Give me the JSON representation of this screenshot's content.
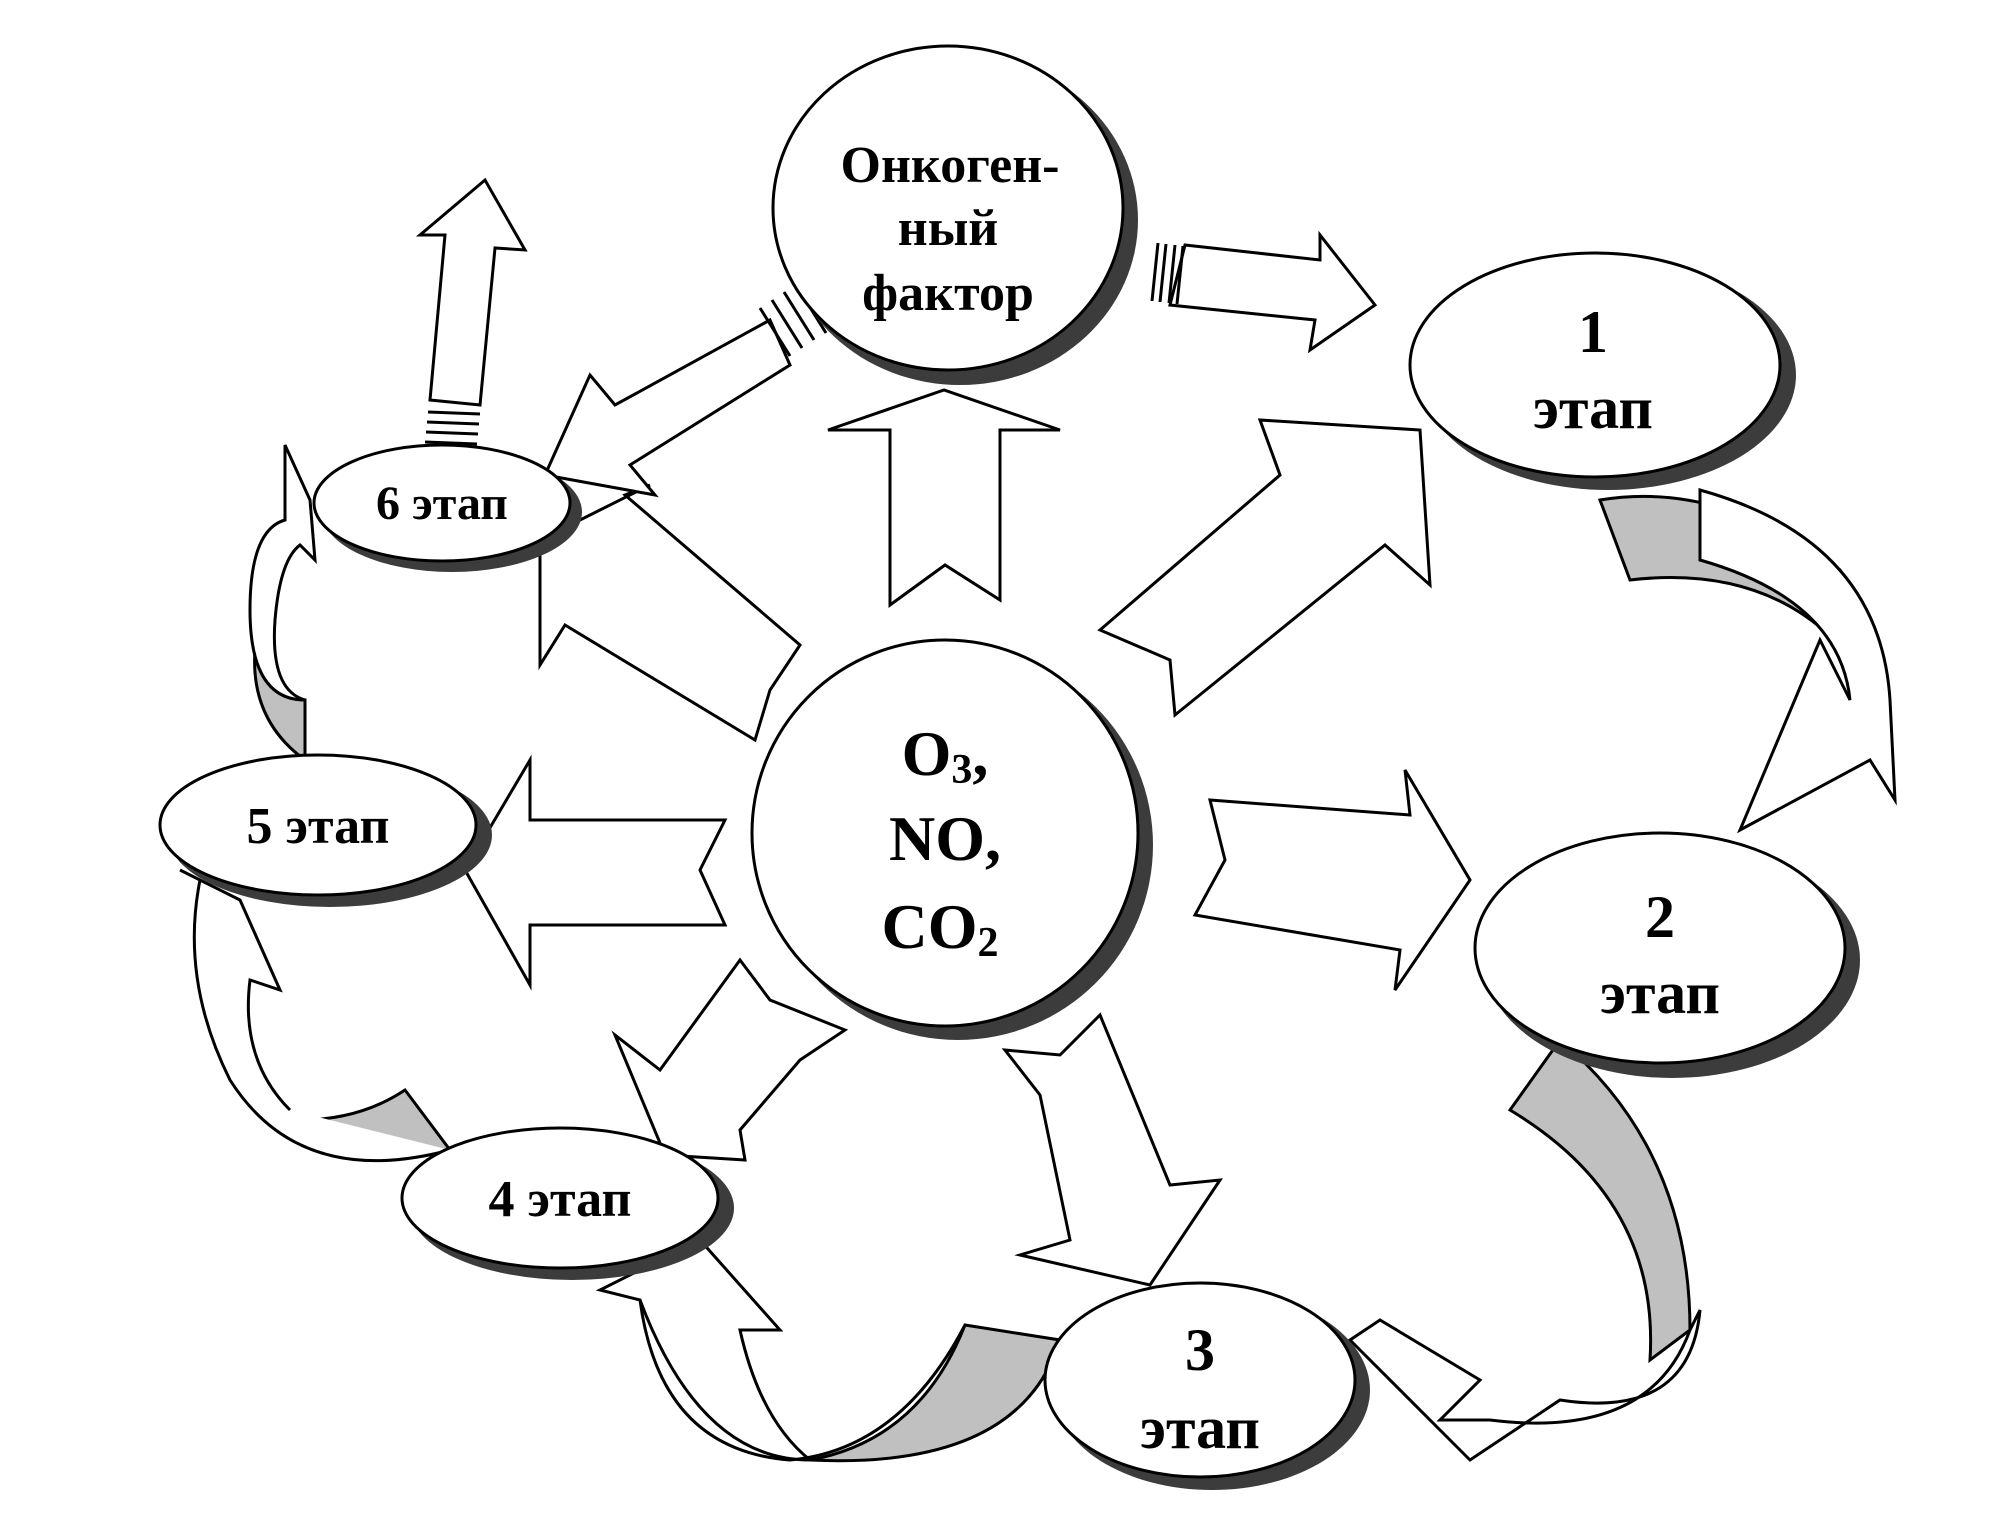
{
  "diagram": {
    "center": {
      "line1_main": "O",
      "line1_sub": "3",
      "line1_tail": ",",
      "line2": "NO,",
      "line3_main": "CO",
      "line3_sub": "2"
    },
    "factor": {
      "line1": "Онкоген-",
      "line2": "ный",
      "line3": "фактор"
    },
    "stages": {
      "s1_num": "1",
      "s1_word": "этап",
      "s2_num": "2",
      "s2_word": "этап",
      "s3_num": "3",
      "s3_word": "этап",
      "s4": "4 этап",
      "s5": "5 этап",
      "s6": "6 этап"
    },
    "colors": {
      "outline": "#000000",
      "fill": "#ffffff",
      "ribbon_back": "#c0c0c0",
      "shadow": "#3c3c3c"
    }
  }
}
